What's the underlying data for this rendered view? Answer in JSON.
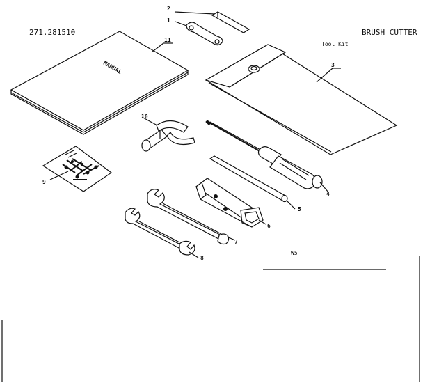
{
  "header": {
    "model_number": "271.281510",
    "title": "BRUSH CUTTER",
    "section": "Tool Kit"
  },
  "figure_code": "W5",
  "manual_cover_text": "MANUAL",
  "callouts": {
    "c1": "1",
    "c2": "2",
    "c3": "3",
    "c4": "4",
    "c5": "5",
    "c6": "6",
    "c7": "7",
    "c8": "8",
    "c9": "9",
    "c10": "10",
    "c11": "11"
  },
  "colors": {
    "ink": "#111111",
    "paper": "#ffffff"
  }
}
